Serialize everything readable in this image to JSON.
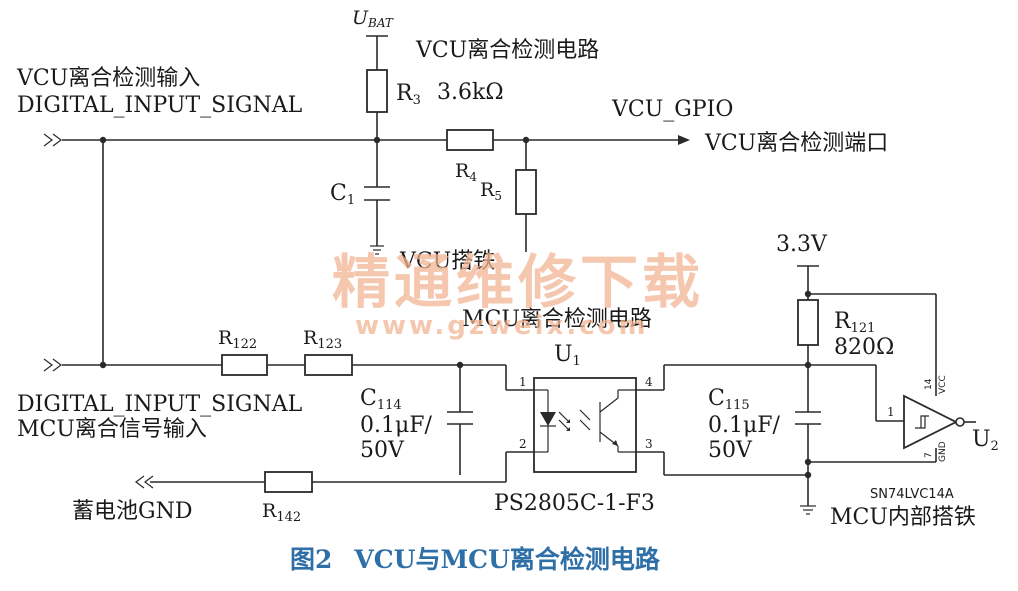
{
  "labels": {
    "ubat_main": "U",
    "ubat_sub": "BAT",
    "vcu_circuit_title": "VCU离合检测电路",
    "vcu_input_title": "VCU离合检测输入",
    "vcu_input_signal": "DIGITAL_INPUT_SIGNAL",
    "r3_main": "R",
    "r3_sub": "3",
    "r3_value": "3.6kΩ",
    "vcu_gpio": "VCU_GPIO",
    "vcu_port": "VCU离合检测端口",
    "r4_main": "R",
    "r4_sub": "4",
    "r5_main": "R",
    "r5_sub": "5",
    "c1_main": "C",
    "c1_sub": "1",
    "vcu_ground": "VCU搭铁",
    "mcu_circuit_title": "MCU离合检测电路",
    "supply_33": "3.3V",
    "r121_main": "R",
    "r121_sub": "121",
    "r121_value": "820Ω",
    "u1_main": "U",
    "u1_sub": "1",
    "r122_main": "R",
    "r122_sub": "122",
    "r123_main": "R",
    "r123_sub": "123",
    "c114_main": "C",
    "c114_sub": "114",
    "c114_value1": "0.1μF/",
    "c114_value2": "50V",
    "c115_main": "C",
    "c115_sub": "115",
    "c115_value1": "0.1μF/",
    "c115_value2": "50V",
    "mcu_input_signal": "DIGITAL_INPUT_SIGNAL",
    "mcu_input_title": "MCU离合信号输入",
    "battery_gnd": "蓄电池GND",
    "r142_main": "R",
    "r142_sub": "142",
    "optocoupler_part": "PS2805C-1-F3",
    "u2_main": "U",
    "u2_sub": "2",
    "schmitt_part": "SN74LVC14A",
    "mcu_internal_ground": "MCU内部搭铁",
    "pin_1": "1",
    "pin_2": "2",
    "pin_3": "3",
    "pin_4": "4",
    "u2_pin_1": "1",
    "u2_pin_14": "14",
    "u2_pin_7": "7",
    "u2_vcc": "VCC",
    "u2_gnd": "GND"
  },
  "watermark": {
    "text": "精通维修下载",
    "url": "www.gzweix.com"
  },
  "caption": {
    "figure": "图2",
    "title": "VCU与MCU离合检测电路"
  },
  "colors": {
    "line": "#2a2a2a",
    "caption": "#2e6fa8",
    "watermark": "#f2b593"
  }
}
